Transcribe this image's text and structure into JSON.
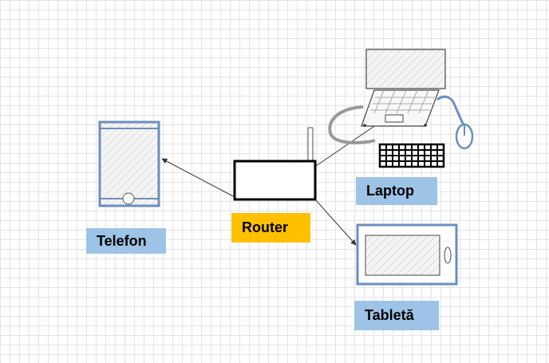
{
  "labels": {
    "telefon": "Telefon",
    "router": "Router",
    "laptop": "Laptop",
    "tableta": "Tabletă"
  },
  "colors": {
    "label_blue": "#9dc3e6",
    "label_orange": "#ffc000",
    "device_outline": "#6c8ebf",
    "grid": "#e4e4e4"
  },
  "icons": [
    "telefon-icon",
    "router-icon",
    "laptop-icon",
    "keyboard-icon",
    "mouse-icon",
    "tableta-icon"
  ]
}
